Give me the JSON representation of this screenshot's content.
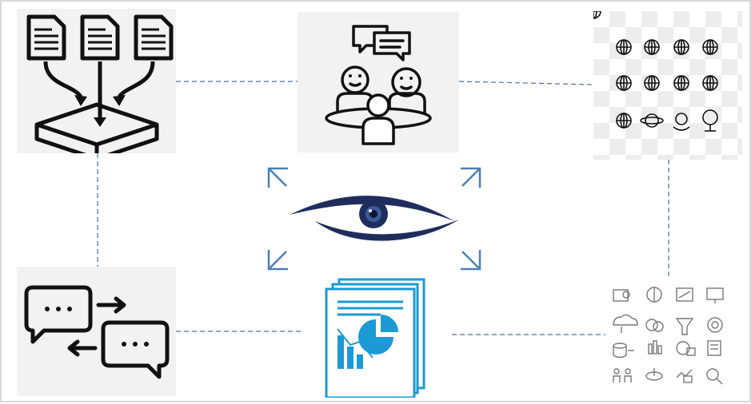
{
  "nodes": [
    {
      "id": "documents-funnel",
      "icon": "documents-into-tray-icon"
    },
    {
      "id": "team-meeting",
      "icon": "meeting-chat-icon"
    },
    {
      "id": "globe-grid",
      "icon": "globe-icons-grid"
    },
    {
      "id": "vision-eye",
      "icon": "eye-focus-icon"
    },
    {
      "id": "conversation",
      "icon": "chat-bubbles-exchange-icon"
    },
    {
      "id": "report",
      "icon": "report-charts-icon"
    },
    {
      "id": "analytics-grid",
      "icon": "analytics-icons-grid"
    }
  ],
  "edges": [
    [
      "documents-funnel",
      "team-meeting"
    ],
    [
      "team-meeting",
      "globe-grid"
    ],
    [
      "globe-grid",
      "analytics-grid"
    ],
    [
      "documents-funnel",
      "conversation"
    ],
    [
      "conversation",
      "report"
    ],
    [
      "report",
      "analytics-grid"
    ]
  ],
  "colors": {
    "line": "#4a6fa5",
    "eye_dark": "#1f2d5c",
    "frame_corner": "#4a80b8",
    "report_blue": "#1b9ad6",
    "icon_black": "#111111",
    "icon_gray": "#777777"
  }
}
